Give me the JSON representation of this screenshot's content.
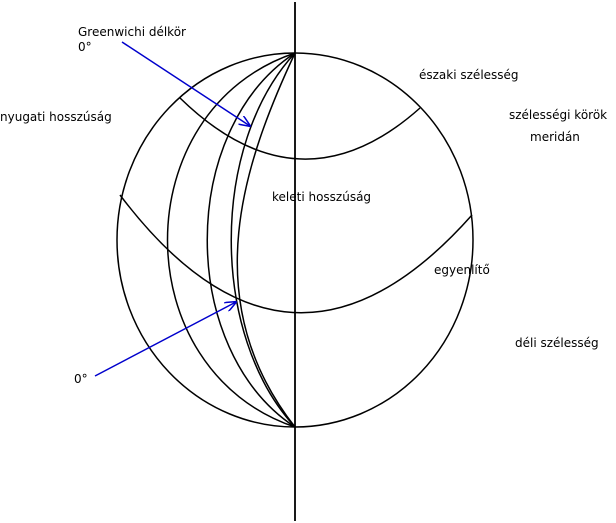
{
  "labels": {
    "greenwich": "Greenwichi délkör",
    "greenwich_deg": "0°",
    "west_longitude": "nyugati hosszúság",
    "north_latitude": "északi szélesség",
    "latitude_circles": "szélességi körök",
    "meridian": "meridán",
    "east_longitude": "keleti hosszúság",
    "equator": "egyenlítő",
    "south_latitude": "déli szélesség",
    "equator_deg": "0°"
  },
  "colors": {
    "line": "#000000",
    "arrow": "#0000cc"
  }
}
